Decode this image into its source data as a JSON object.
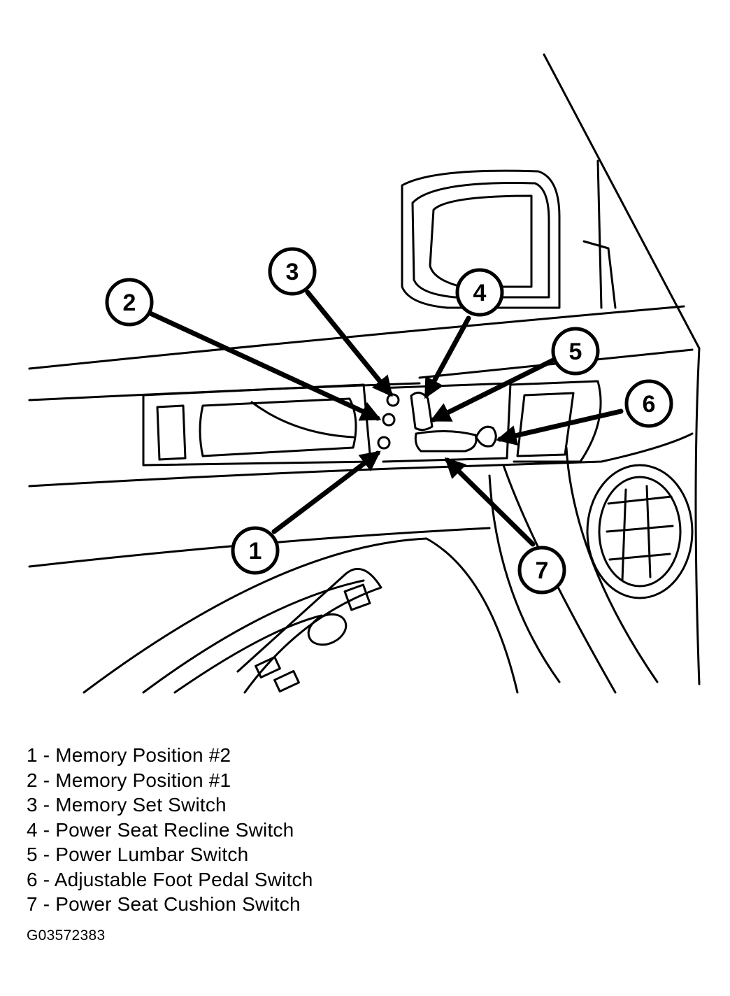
{
  "callouts": [
    {
      "number": "1"
    },
    {
      "number": "2"
    },
    {
      "number": "3"
    },
    {
      "number": "4"
    },
    {
      "number": "5"
    },
    {
      "number": "6"
    },
    {
      "number": "7"
    }
  ],
  "legend": [
    {
      "text": "1 - Memory Position #2"
    },
    {
      "text": "2 - Memory Position #1"
    },
    {
      "text": "3 - Memory Set Switch"
    },
    {
      "text": "4 - Power Seat Recline Switch"
    },
    {
      "text": "5 - Power Lumbar Switch"
    },
    {
      "text": "6 - Adjustable Foot Pedal Switch"
    },
    {
      "text": "7 - Power Seat Cushion Switch"
    }
  ],
  "figure_id": "G03572383",
  "colors": {
    "ink": "#000000",
    "background": "#ffffff"
  }
}
